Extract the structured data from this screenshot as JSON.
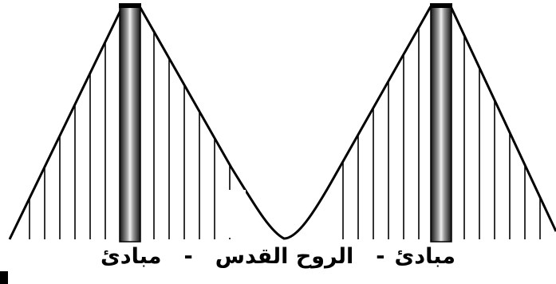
{
  "caption": {
    "left_word": "مبادئ",
    "center_phrase": "الروح القدس",
    "right_word": "مبادئ",
    "separator": "-"
  },
  "colors": {
    "ink": "#000000",
    "paper": "#ffffff",
    "tower_light": "#e8e8e8",
    "tower_dark": "#111111"
  }
}
